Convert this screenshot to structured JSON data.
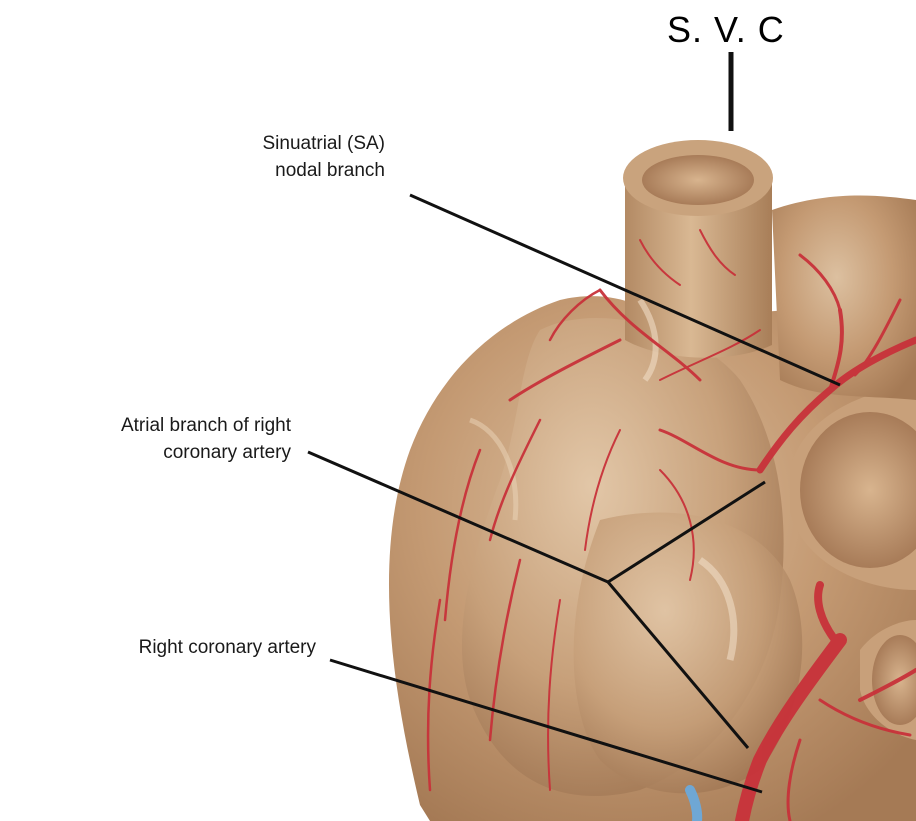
{
  "labels": {
    "svc": "S. V. C",
    "sa_node_line1": "Sinuatrial (SA)",
    "sa_node_line2": "nodal branch",
    "atrial_line1": "Atrial branch of right",
    "atrial_line2": "coronary artery",
    "rca": "Right coronary artery"
  },
  "colors": {
    "background": "#ffffff",
    "heart_tissue": "#c9a27d",
    "artery": "#c8323a",
    "vein": "#6fa7d4",
    "leader_line": "#111111"
  }
}
